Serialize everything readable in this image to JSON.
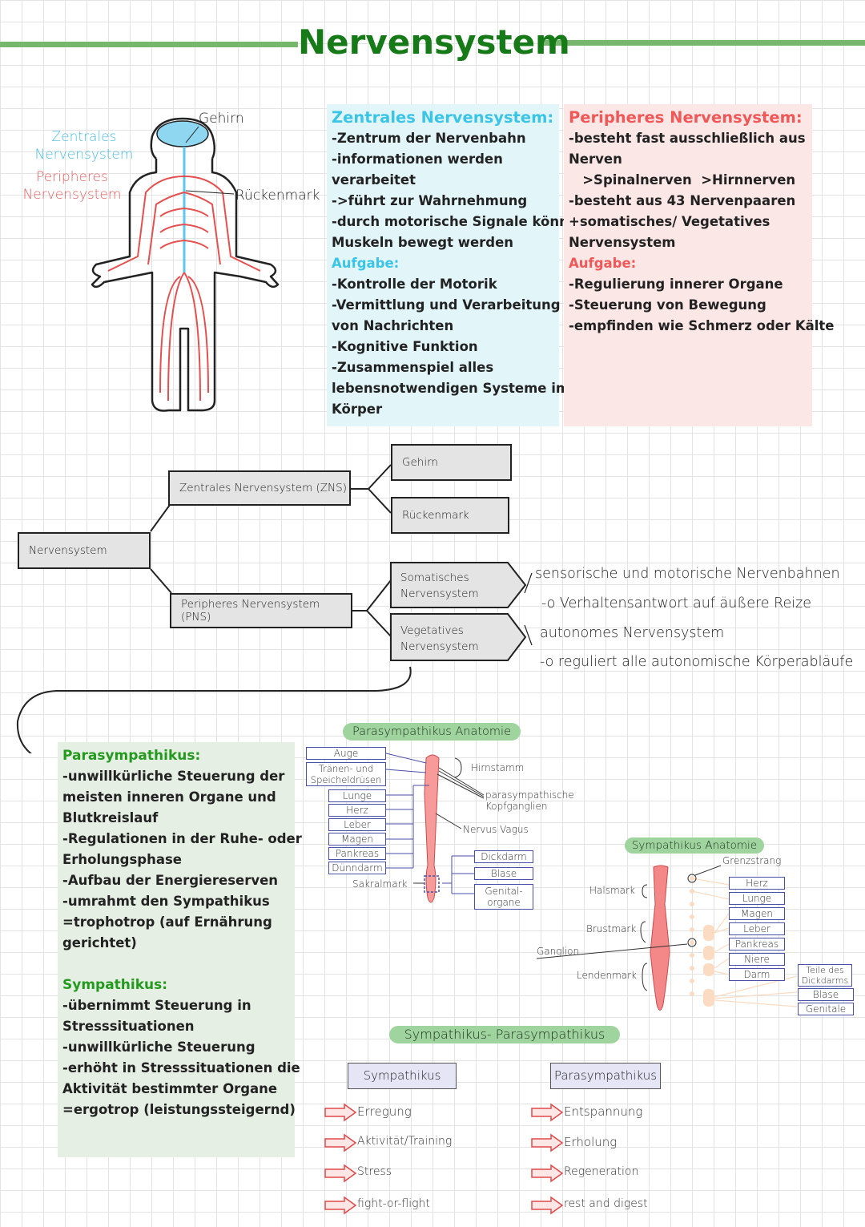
{
  "title": "Nervensystem",
  "figure": {
    "label_zns": [
      "Zentrales",
      "Nervensystem"
    ],
    "label_pns": [
      "Peripheres",
      "Nervensystem"
    ],
    "gehirn": "Gehirn",
    "rueckenmark": "Rückenmark"
  },
  "zns": {
    "heading": "Zentrales Nervensystem:",
    "lines": [
      "-Zentrum der Nervenbahn",
      "-informationen werden",
      "verarbeitet",
      "->führt zur Wahrnehmung",
      "-durch motorische Signale können",
      "Muskeln bewegt werden"
    ],
    "task_label": "Aufgabe:",
    "task_lines": [
      "-Kontrolle der Motorik",
      "-Vermittlung und Verarbeitung",
      "von Nachrichten",
      "-Kognitive Funktion",
      "-Zusammenspiel alles",
      "lebensnotwendigen Systeme im",
      "Körper"
    ]
  },
  "pns": {
    "heading": "Peripheres Nervensystem:",
    "lines": [
      "-besteht fast ausschließlich aus",
      "Nerven",
      "   >Spinalnerven  >Hirnnerven",
      "-besteht aus 43 Nervenpaaren",
      "+somatisches/ Vegetatives",
      "Nervensystem"
    ],
    "task_label": "Aufgabe:",
    "task_lines": [
      "-Regulierung innerer Organe",
      "-Steuerung von Bewegung",
      "-empfinden wie Schmerz oder Kälte"
    ]
  },
  "tree": {
    "root": "Nervensystem",
    "zns": "Zentrales Nervensystem (ZNS)",
    "pns": "Peripheres Nervensystem (PNS)",
    "gehirn": "Gehirn",
    "rueckenmark": "Rückenmark",
    "somatisch": [
      "Somatisches",
      "Nervensystem"
    ],
    "vegetativ": [
      "Vegetatives",
      "Nervensystem"
    ],
    "notes": [
      "sensorische und motorische Nervenbahnen",
      "-o Verhaltensantwort auf äußere Reize",
      "autonomes Nervensystem",
      "-o reguliert alle autonomische Körperabläufe"
    ]
  },
  "para_box": {
    "heading1": "Parasympathikus:",
    "lines1": [
      "-unwillkürliche Steuerung der",
      "meisten inneren Organe und",
      "Blutkreislauf",
      "-Regulationen in der Ruhe- oder",
      "Erholungsphase",
      "-Aufbau der Energiereserven",
      "-umrahmt den Sympathikus",
      "=trophotrop (auf Ernährung",
      "gerichtet)"
    ],
    "heading2": "Sympathikus:",
    "lines2": [
      "-übernimmt Steuerung in",
      "Stresssituationen",
      "-unwillkürliche Steuerung",
      "-erhöht in Stresssituationen die",
      "Aktivität bestimmter Organe",
      "=ergotrop (leistungssteigernd)"
    ]
  },
  "para_anatomy": {
    "title": "Parasympathikus Anatomie",
    "organs_left": [
      "Auge",
      "Tränen- und Speicheldrüsen",
      "Lunge",
      "Herz",
      "Leber",
      "Magen",
      "Pankreas",
      "Dünndarm"
    ],
    "organs_right": [
      "Dickdarm",
      "Blase",
      "Genital-organe"
    ],
    "hirnstamm": "Hirnstamm",
    "ganglien": [
      "parasympathische",
      "Kopfganglien"
    ],
    "vagus": "Nervus Vagus",
    "sakral": "Sakralmark"
  },
  "symp_anatomy": {
    "title": "Sympathikus Anatomie",
    "grenzstrang": "Grenzstrang",
    "halsmark": "Halsmark",
    "brustmark": "Brustmark",
    "lendenmark": "Lendenmark",
    "ganglion": "Ganglion",
    "organs": [
      "Herz",
      "Lunge",
      "Magen",
      "Leber",
      "Pankreas",
      "Niere",
      "Darm"
    ],
    "organs_far": [
      "Teile des Dickdarms",
      "Blase",
      "Genitale"
    ]
  },
  "compare": {
    "title": "Sympathikus- Parasympathikus",
    "left_head": "Sympathikus",
    "right_head": "Parasympathikus",
    "left_items": [
      "Erregung",
      "Aktivität/Training",
      "Stress",
      "fight-or-flight"
    ],
    "right_items": [
      "Entspannung",
      "Erholung",
      "Regeneration",
      "rest and digest"
    ]
  }
}
